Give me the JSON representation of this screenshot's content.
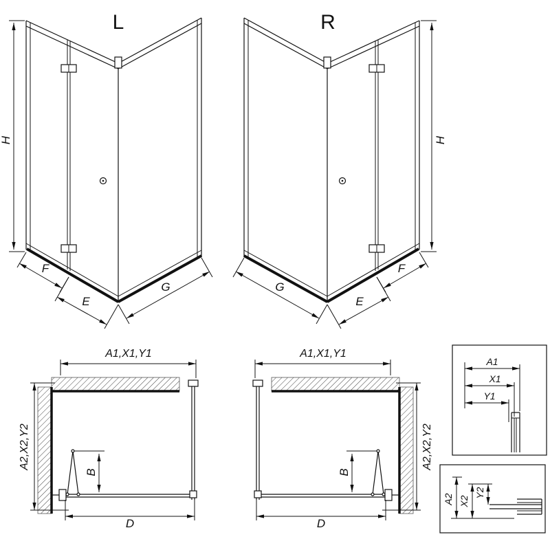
{
  "views": {
    "front_left": {
      "name": "L",
      "h": "H",
      "f": "F",
      "e": "E",
      "g": "G"
    },
    "front_right": {
      "name": "R",
      "h": "H",
      "f": "F",
      "e": "E",
      "g": "G"
    },
    "plan_left": {
      "top": "A1,X1,Y1",
      "side": "A2,X2,Y2",
      "b": "B",
      "d": "D"
    },
    "plan_right": {
      "top": "A1,X1,Y1",
      "side": "A2,X2,Y2",
      "b": "B",
      "d": "D"
    },
    "detail_top": {
      "a1": "A1",
      "x1": "X1",
      "y1": "Y1"
    },
    "detail_bottom": {
      "a2": "A2",
      "x2": "X2",
      "y2": "Y2"
    }
  },
  "colors": {
    "line": "#111111",
    "hatch": "#444444",
    "background": "#ffffff"
  }
}
